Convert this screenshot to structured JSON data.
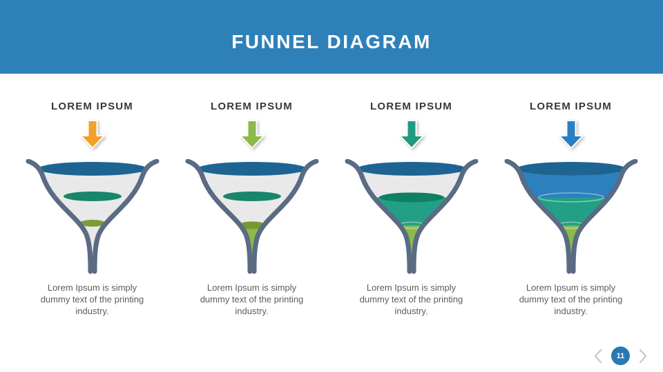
{
  "header": {
    "title": "FUNNEL DIAGRAM",
    "background_color": "#2E81B8"
  },
  "columns": [
    {
      "heading": "LOREM IPSUM",
      "arrow_color": "#F2A128",
      "arrow_icon": "down-arrow-icon",
      "filled_bands": 0,
      "caption": "Lorem Ipsum is simply dummy text of the printing industry."
    },
    {
      "heading": "LOREM IPSUM",
      "arrow_color": "#8DB94B",
      "arrow_icon": "down-arrow-icon",
      "filled_bands": 1,
      "caption": "Lorem Ipsum is simply dummy text of the printing industry."
    },
    {
      "heading": "LOREM IPSUM",
      "arrow_color": "#1E9B80",
      "arrow_icon": "down-arrow-icon",
      "filled_bands": 2,
      "caption": "Lorem Ipsum is simply dummy text of the printing industry."
    },
    {
      "heading": "LOREM IPSUM",
      "arrow_color": "#2A7FC0",
      "arrow_icon": "down-arrow-icon",
      "filled_bands": 3,
      "caption": "Lorem Ipsum is simply dummy text of the printing industry."
    }
  ],
  "funnel_colors": {
    "outline": "#5A6B84",
    "interior": "#E9E9EA",
    "rim_blue": "#1E6493",
    "band_blue": "#2C80BE",
    "band_teal": "#22A085",
    "band_green": "#8CBA4B",
    "teal_disk": "#17866A",
    "olive_disk": "#7C9C38",
    "teal_band_top": "#0E8064",
    "green_band_top": "#79992F"
  },
  "pagination": {
    "page_number": "11",
    "prev_icon": "chevron-left-icon",
    "next_icon": "chevron-right-icon",
    "circle_color": "#2A79B0",
    "chevron_color": "#C8C8C8"
  }
}
